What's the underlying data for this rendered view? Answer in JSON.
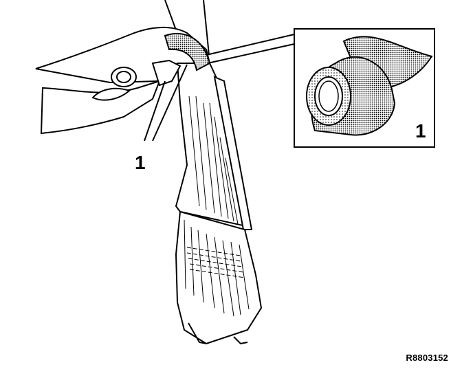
{
  "diagram": {
    "callouts": {
      "main_label": "1",
      "inset_label": "1"
    },
    "figure_code": "R8803152",
    "icons": {
      "pliers": "pliers-icon",
      "tape_roll": "tape-roll-icon",
      "hose": "hose-icon"
    },
    "colors": {
      "line": "#000000",
      "fill": "#ffffff",
      "tape_gray": "#9a9a9a"
    }
  }
}
